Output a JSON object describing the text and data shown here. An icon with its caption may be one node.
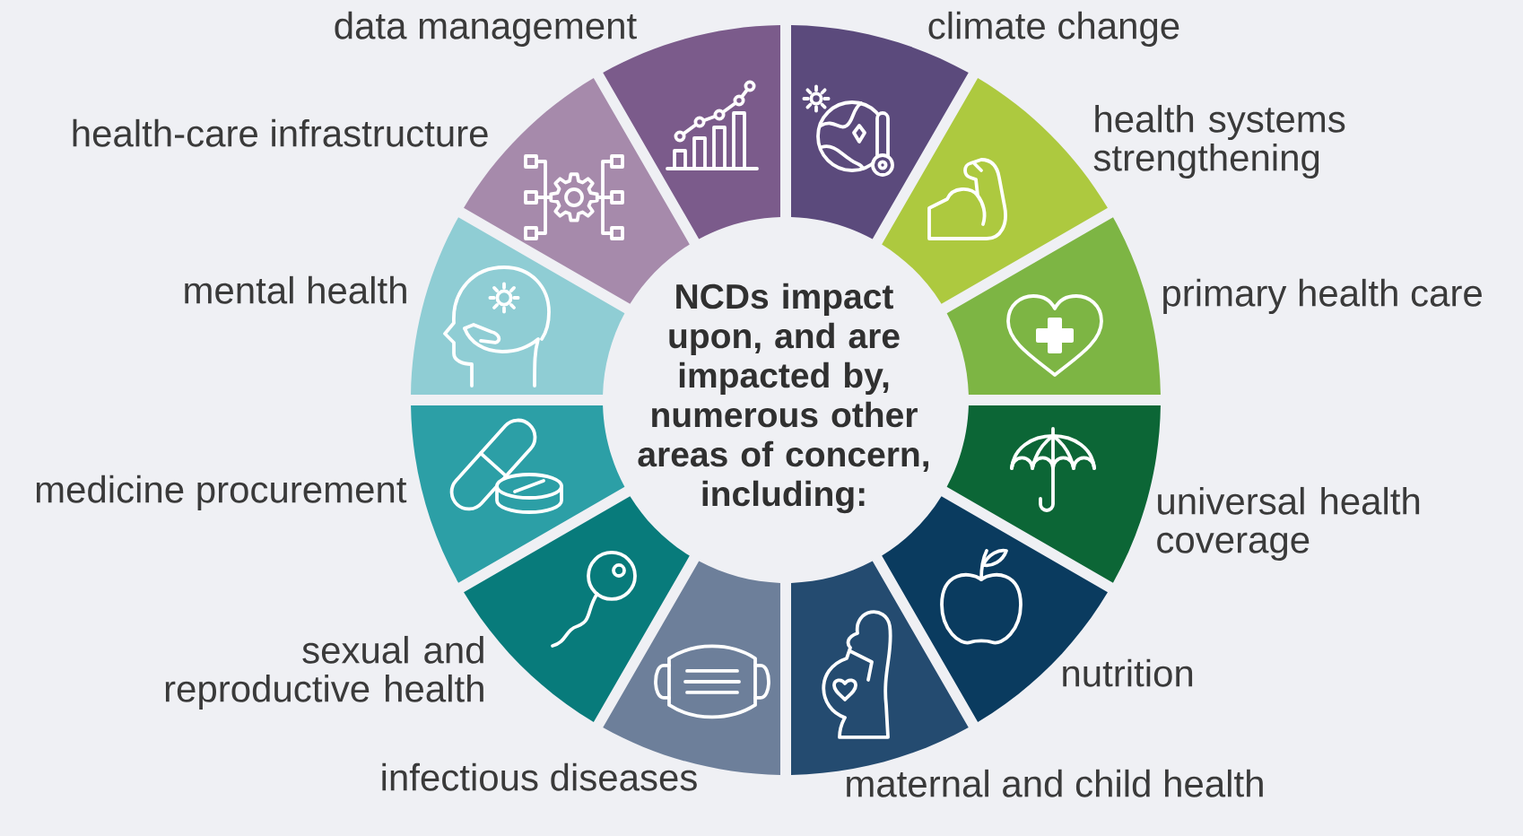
{
  "diagram": {
    "nodes": [
      {
        "text": [
          "NCDs impact upon, and are impacted by, numerous other areas of concern, including:"
        ]
      },
      {
        "text": [
          "data management"
        ]
      },
      {
        "text": [
          "climate change"
        ]
      },
      {
        "text": [
          "health systems strengthening"
        ]
      },
      {
        "text": [
          "primary health care"
        ]
      },
      {
        "text": [
          "universal health coverage"
        ]
      },
      {
        "text": [
          "nutrition"
        ]
      },
      {
        "text": [
          "maternal and child health"
        ]
      },
      {
        "text": [
          "infectious diseases"
        ]
      },
      {
        "text": [
          "sexual and reproductive health"
        ]
      },
      {
        "text": [
          "medicine procurement"
        ]
      },
      {
        "text": [
          "mental health"
        ]
      },
      {
        "text": [
          "health-care infrastructure"
        ]
      }
    ]
  }
}
